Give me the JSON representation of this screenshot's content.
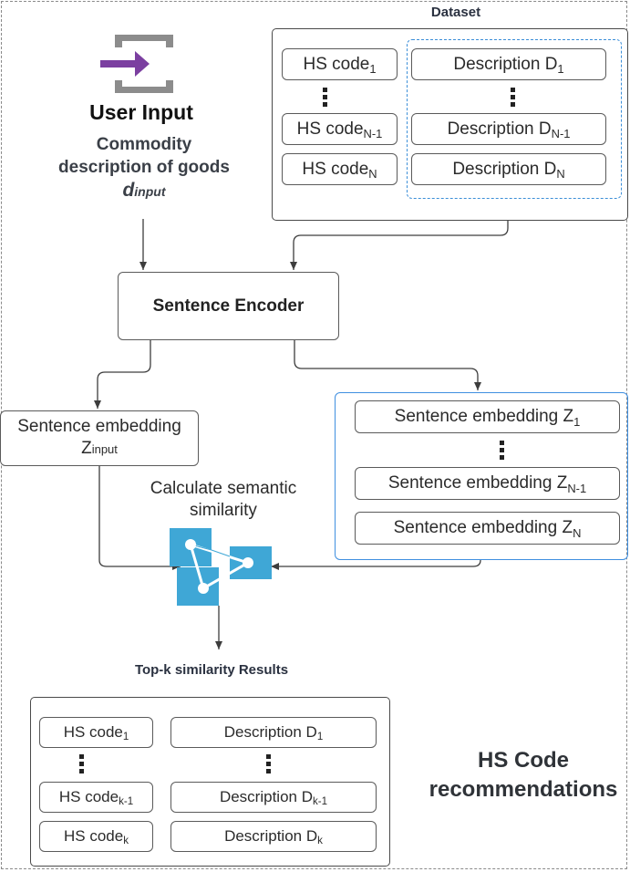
{
  "user_input": {
    "title": "User Input",
    "desc_line1": "Commodity",
    "desc_line2": "description of goods",
    "var_main": "d",
    "var_sub": "input"
  },
  "dataset": {
    "title": "Dataset",
    "hs_prefix": "HS code",
    "desc_prefix": "Description D",
    "rows": [
      "1",
      "N-1",
      "N"
    ]
  },
  "encoder": {
    "label": "Sentence Encoder"
  },
  "embedding_input": {
    "line1": "Sentence embedding",
    "var_main": "Z",
    "var_sub": "input"
  },
  "embeddings": {
    "prefix": "Sentence embedding Z",
    "rows": [
      "1",
      "N-1",
      "N"
    ]
  },
  "similarity": {
    "line1": "Calculate semantic",
    "line2": "similarity"
  },
  "results": {
    "title": "Top-k similarity Results",
    "hs_prefix": "HS code",
    "desc_prefix": "Description D",
    "rows": [
      "1",
      "k-1",
      "k"
    ]
  },
  "recommendations": {
    "line1": "HS Code",
    "line2": "recommendations"
  },
  "colors": {
    "accent_purple": "#7b3fa0",
    "accent_blue": "#3fa7d6",
    "dotted_blue": "#3b8ed8",
    "icon_gray": "#8c8c8c"
  }
}
